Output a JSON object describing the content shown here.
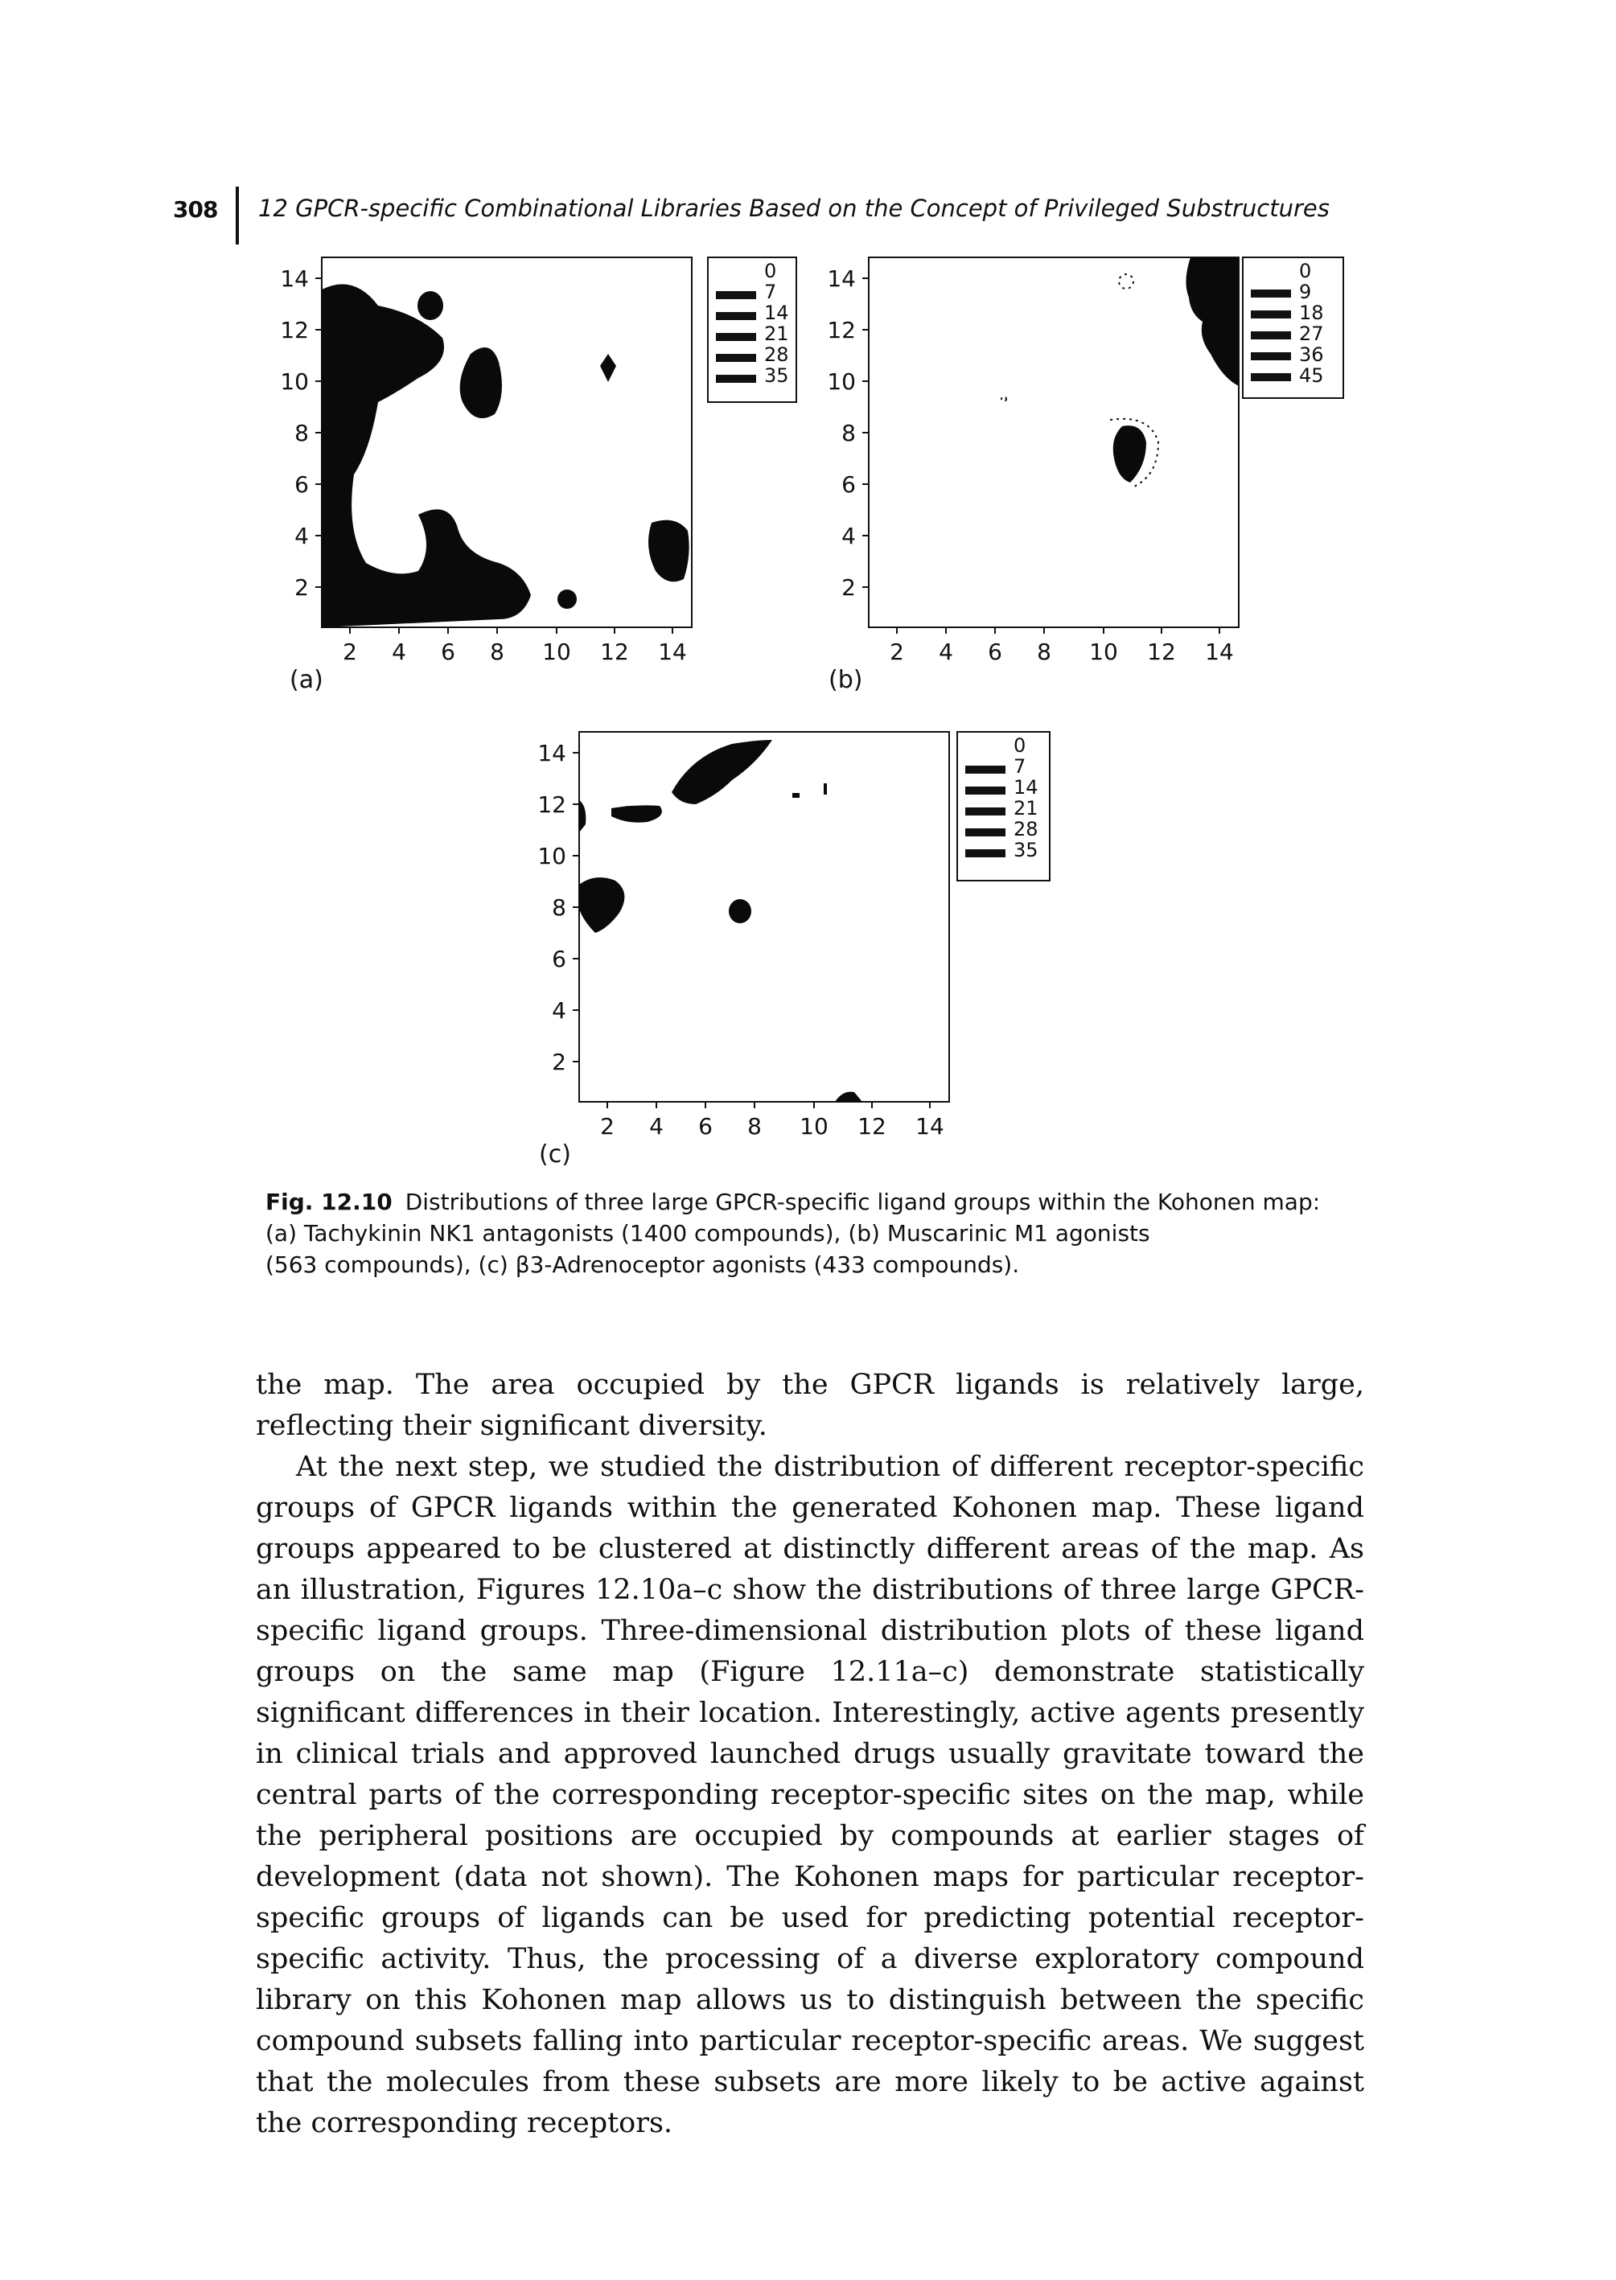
{
  "running_head": {
    "page_number": "308",
    "chapter_title": "12 GPCR-specific Combinational Libraries Based on the Concept of Privileged Substructures"
  },
  "figure": {
    "panels": [
      {
        "label": "(a)",
        "x_ticks": [
          "2",
          "4",
          "6",
          "8",
          "10",
          "12",
          "14"
        ],
        "y_ticks": [
          "14",
          "12",
          "10",
          "8",
          "6",
          "4",
          "2"
        ],
        "legend": [
          "0",
          "7",
          "14",
          "21",
          "28",
          "35"
        ]
      },
      {
        "label": "(b)",
        "x_ticks": [
          "2",
          "4",
          "6",
          "8",
          "10",
          "12",
          "14"
        ],
        "y_ticks": [
          "14",
          "12",
          "10",
          "8",
          "6",
          "4",
          "2"
        ],
        "legend": [
          "0",
          "9",
          "18",
          "27",
          "36",
          "45"
        ]
      },
      {
        "label": "(c)",
        "x_ticks": [
          "2",
          "4",
          "6",
          "8",
          "10",
          "12",
          "14"
        ],
        "y_ticks": [
          "14",
          "12",
          "10",
          "8",
          "6",
          "4",
          "2"
        ],
        "legend": [
          "0",
          "7",
          "14",
          "21",
          "28",
          "35"
        ]
      }
    ]
  },
  "caption": {
    "label": "Fig. 12.10",
    "line1": "Distributions of three large GPCR-specific ligand groups within the Kohonen map:",
    "line2": "(a) Tachykinin NK1 antagonists (1400 compounds), (b) Muscarinic M1 agonists",
    "line3": "(563 compounds), (c) β3-Adrenoceptor agonists (433 compounds)."
  },
  "body": {
    "para1": "the map. The area occupied by the GPCR ligands is relatively large, reflecting their significant diversity.",
    "para2": "At the next step, we studied the distribution of different receptor-specific groups of GPCR ligands within the generated Kohonen map. These ligand groups appeared to be clustered at distinctly different areas of the map. As an illustration, Figures 12.10a–c show the distributions of three large GPCR-specific ligand groups. Three-dimensional distribution plots of these ligand groups on the same map (Figure 12.11a–c) demonstrate statistically significant differences in their location. Interestingly, active agents presently in clinical trials and approved launched drugs usually gravitate toward the central parts of the corresponding receptor-specific sites on the map, while the peripheral positions are occupied by compounds at earlier stages of development (data not shown). The Kohonen maps for particular receptor-specific groups of ligands can be used for predicting potential receptor-specific activity. Thus, the processing of a diverse exploratory compound library on this Kohonen map allows us to distinguish between the specific compound subsets falling into particular receptor-specific areas. We suggest that the molecules from these subsets are more likely to be active against the corresponding receptors."
  }
}
